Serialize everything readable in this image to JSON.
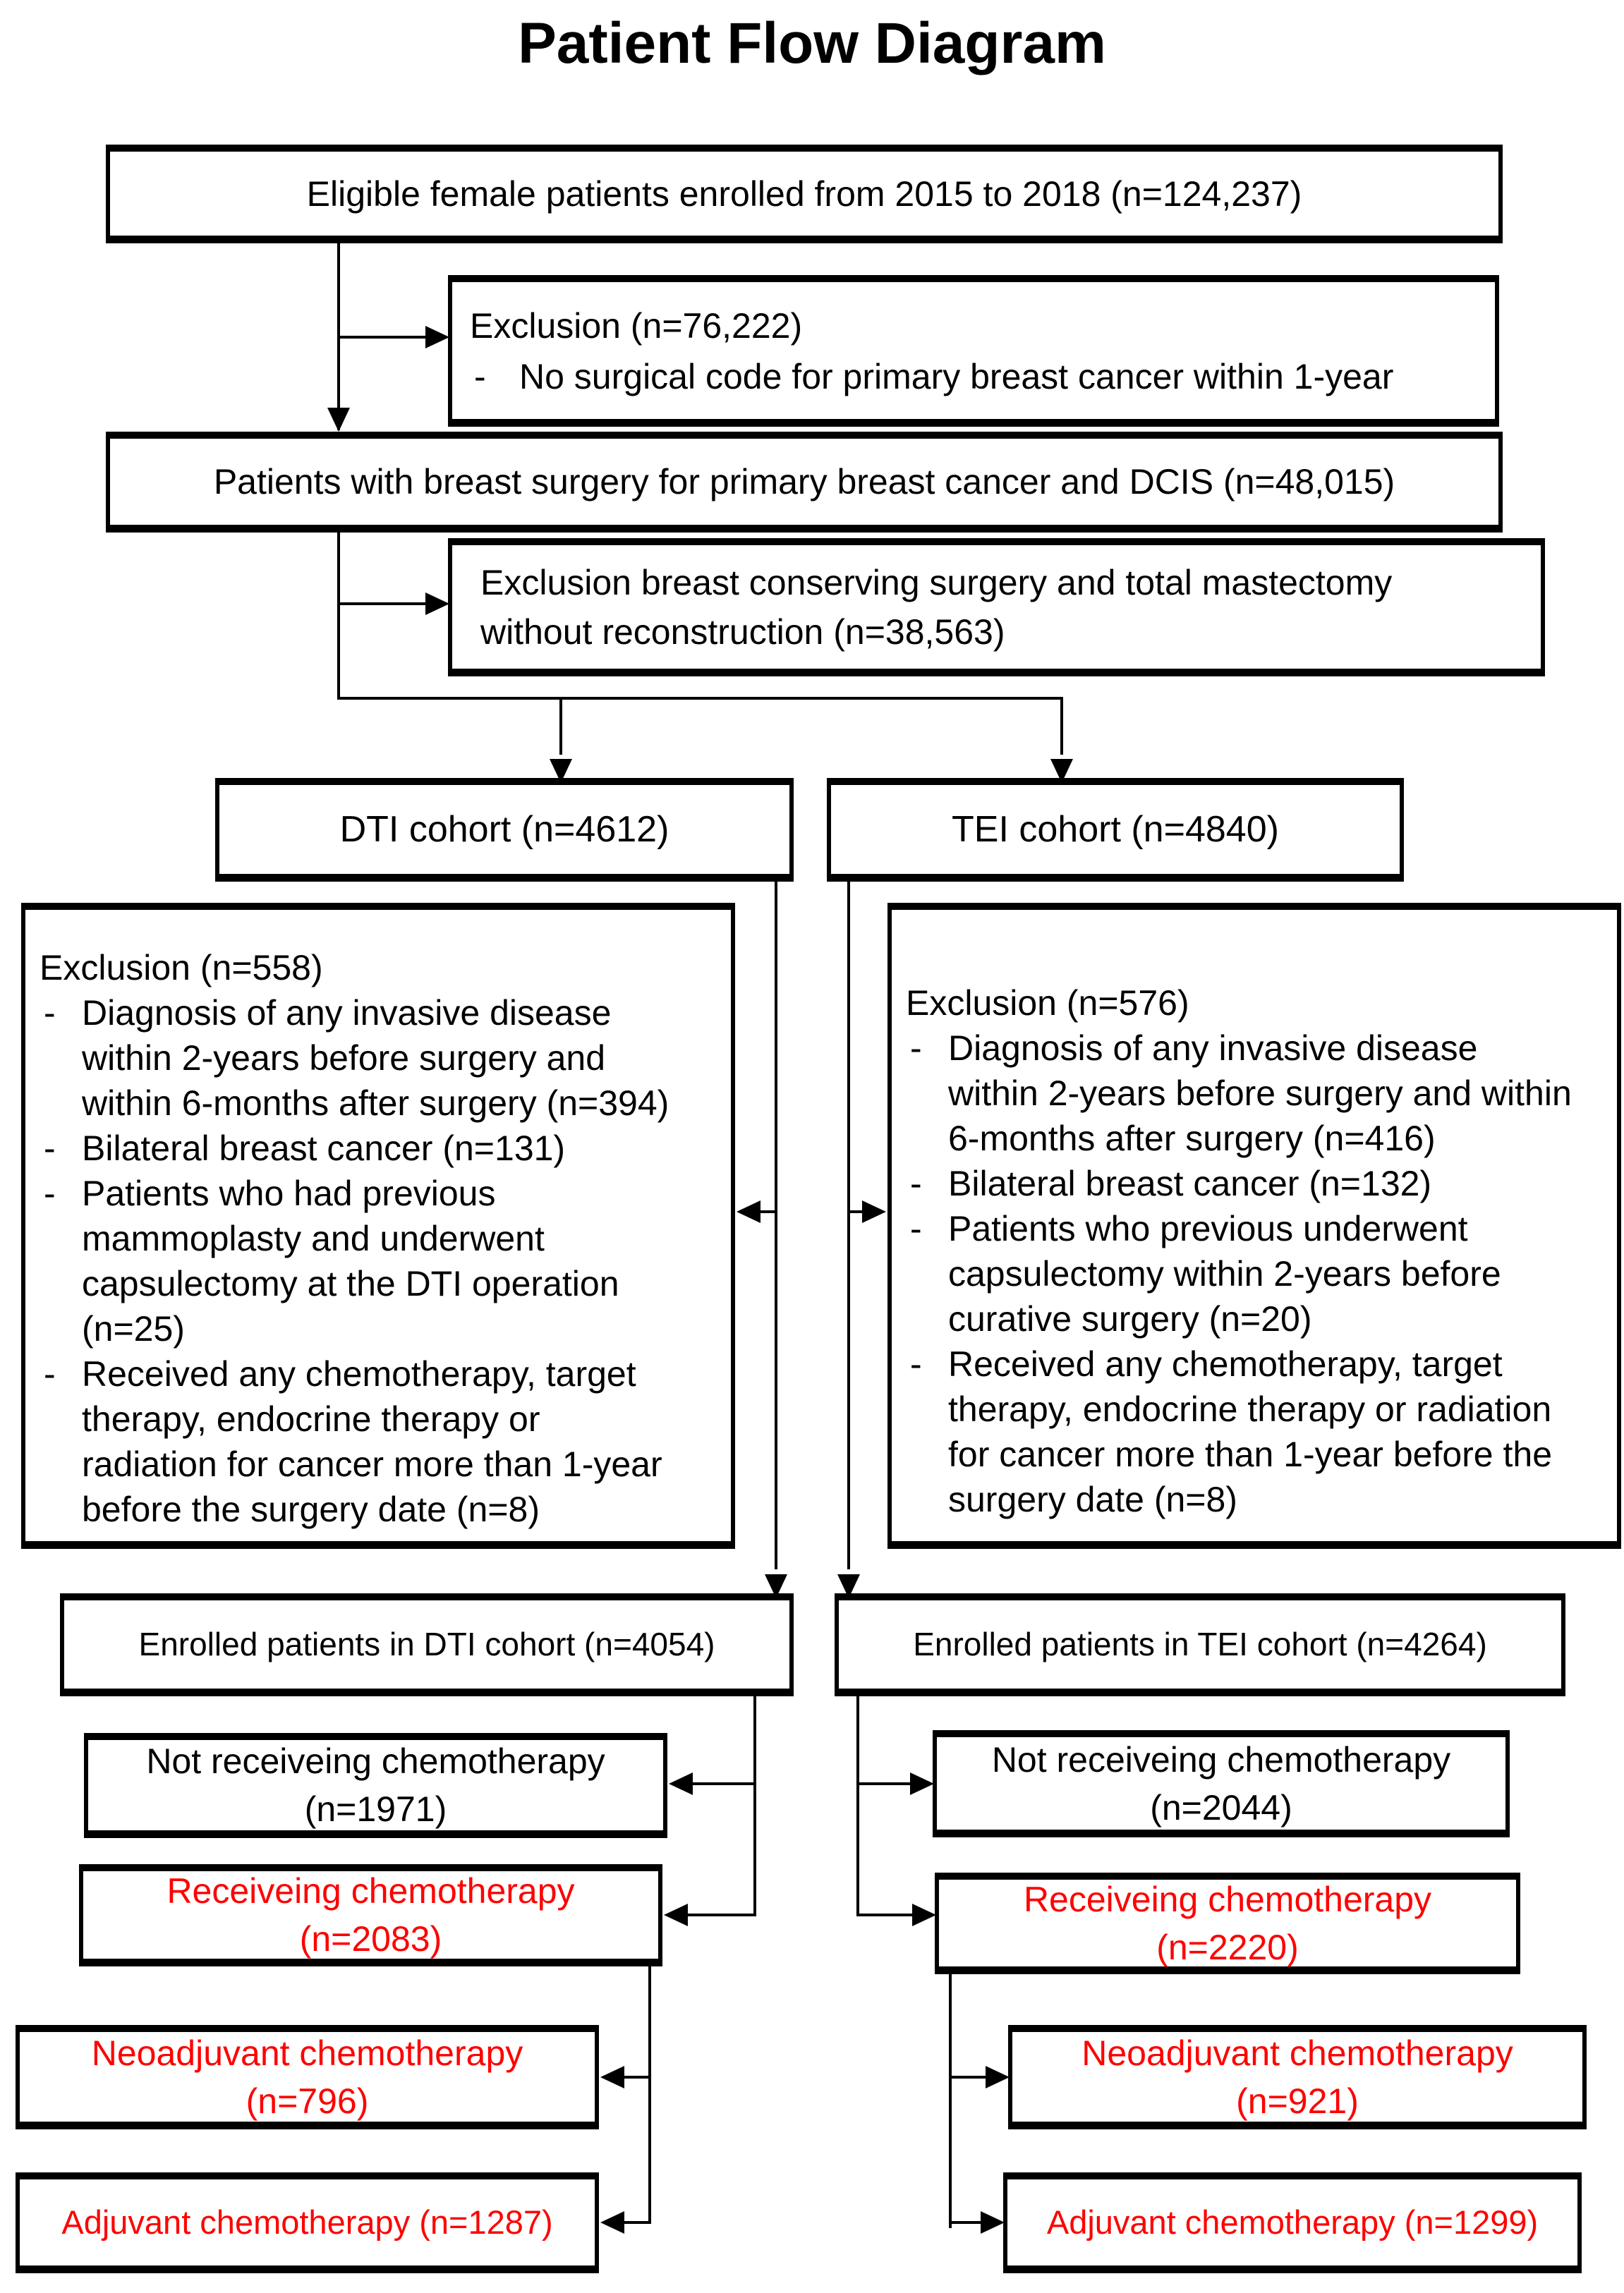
{
  "title": "Patient Flow Diagram",
  "marker": "-",
  "colors": {
    "box_border": "#000000",
    "text": "#000000",
    "highlight_text": "#ff0000"
  },
  "boxes": {
    "eligible": {
      "text": "Eligible female patients enrolled from 2015 to 2018 (n=124,237)"
    },
    "exclusion_initial": {
      "heading": "Exclusion (n=76,222)",
      "bullets": [
        "No surgical code for primary breast cancer within 1-year"
      ]
    },
    "surgery": {
      "text": "Patients with breast surgery for primary breast cancer and DCIS (n=48,015)"
    },
    "exclusion_surgery": {
      "text": "Exclusion breast conserving surgery and total mastectomy without reconstruction (n=38,563)"
    },
    "dti_cohort": {
      "text": "DTI cohort (n=4612)"
    },
    "tei_cohort": {
      "text": "TEI cohort (n=4840)"
    },
    "dti_exclusion": {
      "heading": "Exclusion (n=558)",
      "bullets": [
        "Diagnosis of any invasive disease within 2-years before surgery and within 6-months after surgery (n=394)",
        "Bilateral breast cancer (n=131)",
        "Patients who had previous mammoplasty and underwent capsulectomy at the DTI operation (n=25)",
        "Received any chemotherapy, target therapy, endocrine therapy or radiation for cancer more than 1-year before the surgery date (n=8)"
      ]
    },
    "tei_exclusion": {
      "heading": "Exclusion (n=576)",
      "bullets": [
        "Diagnosis of any invasive disease within 2-years before surgery and within 6-months after surgery (n=416)",
        "Bilateral breast cancer (n=132)",
        "Patients who previous underwent capsulectomy within 2-years before curative surgery (n=20)",
        "Received any chemotherapy, target therapy, endocrine therapy or radiation for cancer more than 1-year before the surgery date (n=8)"
      ]
    },
    "dti_enrolled": {
      "text": "Enrolled patients in DTI cohort (n=4054)"
    },
    "tei_enrolled": {
      "text": "Enrolled patients in TEI cohort (n=4264)"
    },
    "dti_no_chemo": {
      "line1": "Not receiveing chemotherapy",
      "line2": "(n=1971)"
    },
    "tei_no_chemo": {
      "line1": "Not receiveing chemotherapy",
      "line2": "(n=2044)"
    },
    "dti_chemo": {
      "line1": "Receiveing chemotherapy",
      "line2": "(n=2083)"
    },
    "tei_chemo": {
      "line1": "Receiveing chemotherapy",
      "line2": "(n=2220)"
    },
    "dti_neoadjuvant": {
      "line1": "Neoadjuvant chemotherapy",
      "line2": "(n=796)"
    },
    "tei_neoadjuvant": {
      "line1": "Neoadjuvant chemotherapy",
      "line2": "(n=921)"
    },
    "dti_adjuvant": {
      "text": "Adjuvant chemotherapy (n=1287)"
    },
    "tei_adjuvant": {
      "text": "Adjuvant chemotherapy (n=1299)"
    }
  }
}
